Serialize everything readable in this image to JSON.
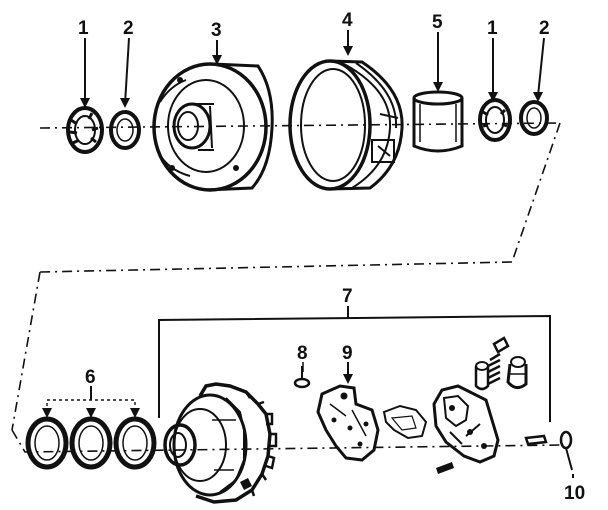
{
  "callouts": {
    "c1_top": "1",
    "c2_top": "2",
    "c3": "3",
    "c4": "4",
    "c5": "5",
    "c1_right": "1",
    "c2_right": "2",
    "c6": "6",
    "c7": "7",
    "c8": "8",
    "c9": "9",
    "c10": "10"
  }
}
